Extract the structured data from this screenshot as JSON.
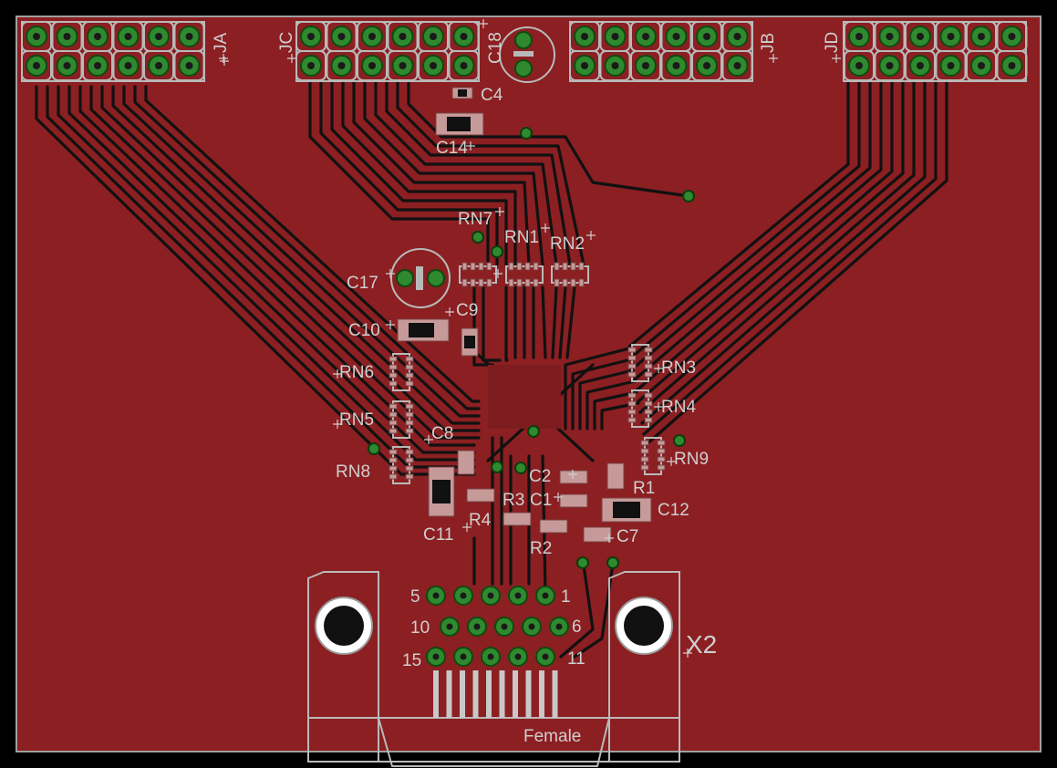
{
  "colors": {
    "background": "#000000",
    "copper": "#8b1f22",
    "trace": "#111111",
    "pad": "#2f8a2f",
    "silkscreen": "#c8c8c8"
  },
  "headers": [
    {
      "name": "JA"
    },
    {
      "name": "JC"
    },
    {
      "name": "JB"
    },
    {
      "name": "JD"
    }
  ],
  "components": {
    "C18": "C18",
    "C4": "C4",
    "C14": "C14",
    "RN7": "RN7",
    "RN1": "RN1",
    "RN2": "RN2",
    "C17": "C17",
    "C9": "C9",
    "C10": "C10",
    "RN6": "RN6",
    "RN5": "RN5",
    "RN8": "RN8",
    "C8": "C8",
    "C11": "C11",
    "R4": "R4",
    "R3": "R3",
    "C1": "C1",
    "C2": "C2",
    "R2": "R2",
    "R1": "R1",
    "C12": "C12",
    "C7": "C7",
    "RN3": "RN3",
    "RN4": "RN4",
    "RN9": "RN9"
  },
  "connector": {
    "name": "X2",
    "type_label": "Female",
    "pin_labels": {
      "p5": "5",
      "p1": "1",
      "p10": "10",
      "p6": "6",
      "p15": "15",
      "p11": "11"
    }
  }
}
